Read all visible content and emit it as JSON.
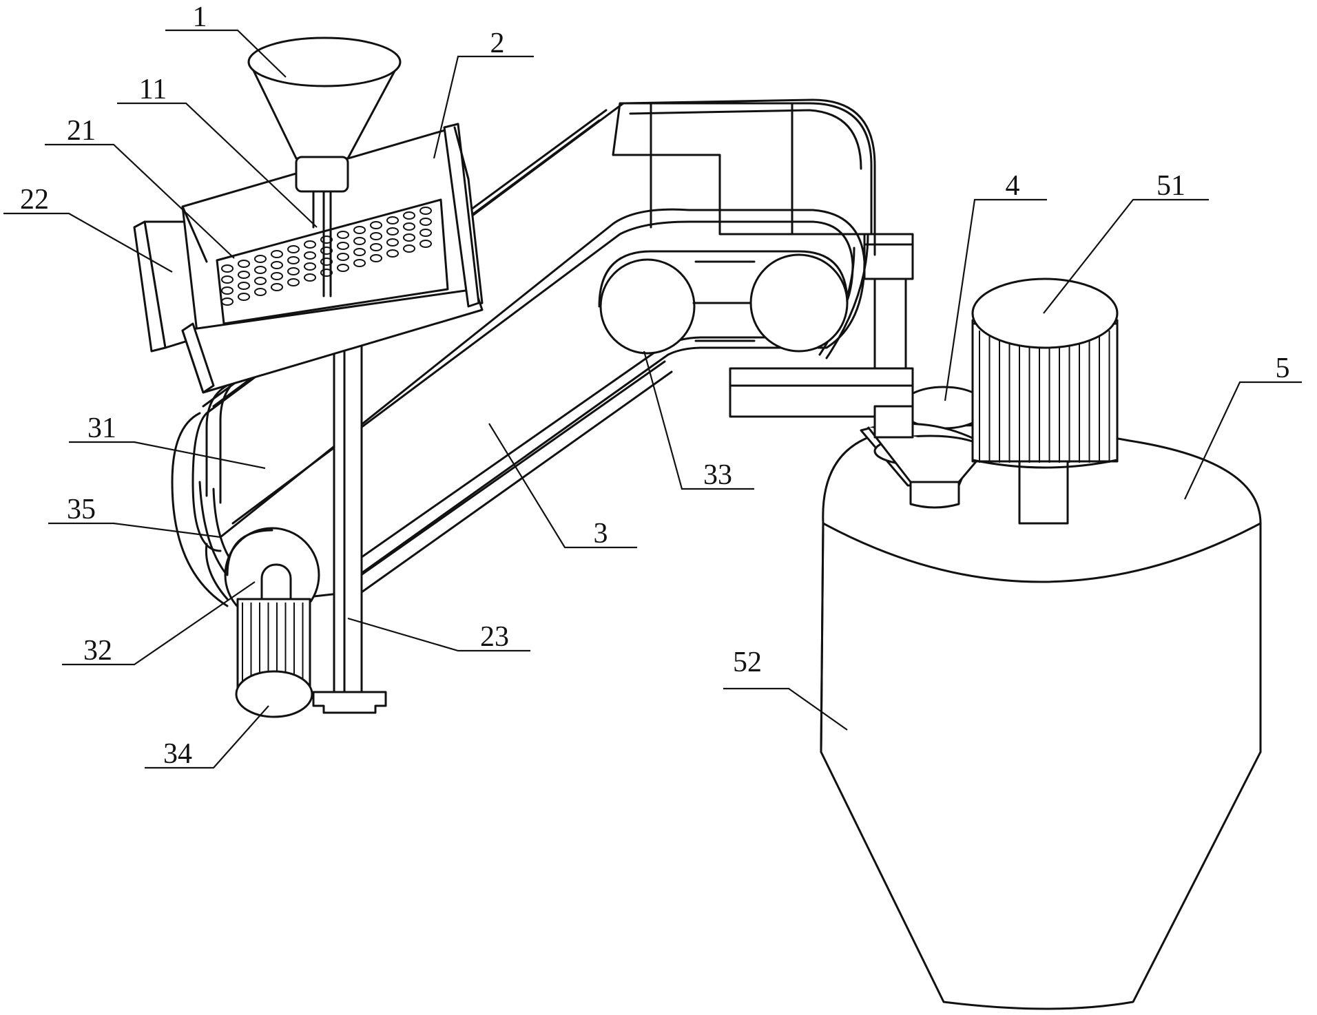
{
  "labels": {
    "l1": "1",
    "l2": "2",
    "l11": "11",
    "l21": "21",
    "l22": "22",
    "l31": "31",
    "l35": "35",
    "l32": "32",
    "l34": "34",
    "l23": "23",
    "l3": "3",
    "l33": "33",
    "l4": "4",
    "l51": "51",
    "l5": "5",
    "l52": "52"
  }
}
